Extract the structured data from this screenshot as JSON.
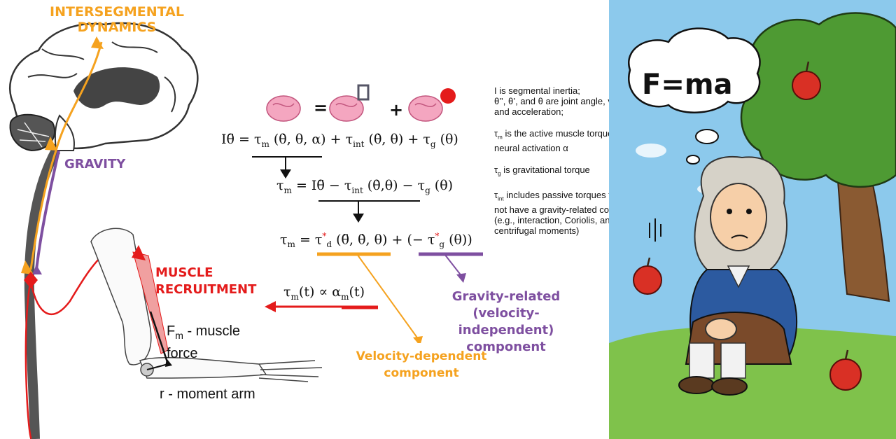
{
  "labels": {
    "intersegmental": "INTERSEGMENTAL DYNAMICS",
    "gravity": "GRAVITY",
    "muscle_recruitment": "MUSCLE RECRUITMENT",
    "muscle_force": "F",
    "muscle_force_sub": "m",
    "muscle_force_text": "- muscle force",
    "moment_arm": "r",
    "moment_arm_text": "- moment arm",
    "gravity_related": "Gravity-related (velocity-independent) component",
    "velocity_dependent": "Velocity-dependent component",
    "fma": "F=ma"
  },
  "equations": {
    "eq1": "Iθ̈ = τ",
    "eq2": "τ",
    "eq3": "τ",
    "eq4": "τ"
  },
  "notes": {
    "line1": "I is segmental inertia;",
    "line2": "θ’’, θ’, and θ are joint angle, velocity, and acceleration;",
    "line3": "is the active muscle torque from neural activation α",
    "line4": "is gravitational torque",
    "line5": "includes passive torques that do not have a gravity-related component (e.g., interaction, Coriolis, and centrifugal moments)"
  },
  "colors": {
    "orange": "#f5a21f",
    "purple": "#7e4fa0",
    "red": "#e41b1b",
    "sky": "#8cc9ec",
    "grass": "#7fc24b"
  }
}
